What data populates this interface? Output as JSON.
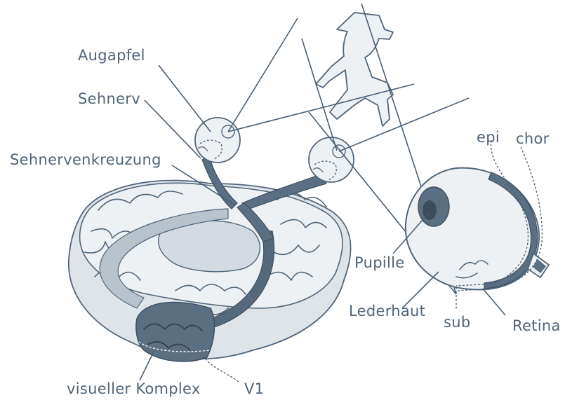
{
  "labels": {
    "augapfel": "Augapfel",
    "sehnerv": "Sehnerv",
    "sehnervenkreuzung": "Sehnervenkreuzung",
    "visueller_komplex": "visueller Komplex",
    "v1": "V1",
    "pupille": "Pupille",
    "lederhaut": "Lederhaut",
    "sub": "sub",
    "retina": "Retina",
    "epi": "epi",
    "chor": "chor"
  },
  "colors": {
    "label_text": "#4f6478",
    "line": "#4a5f73",
    "brain_light": "#e9edf1",
    "brain_mid": "#c4cdd5",
    "brain_dark": "#5b6f82",
    "eye_fill": "#eef1f4"
  }
}
